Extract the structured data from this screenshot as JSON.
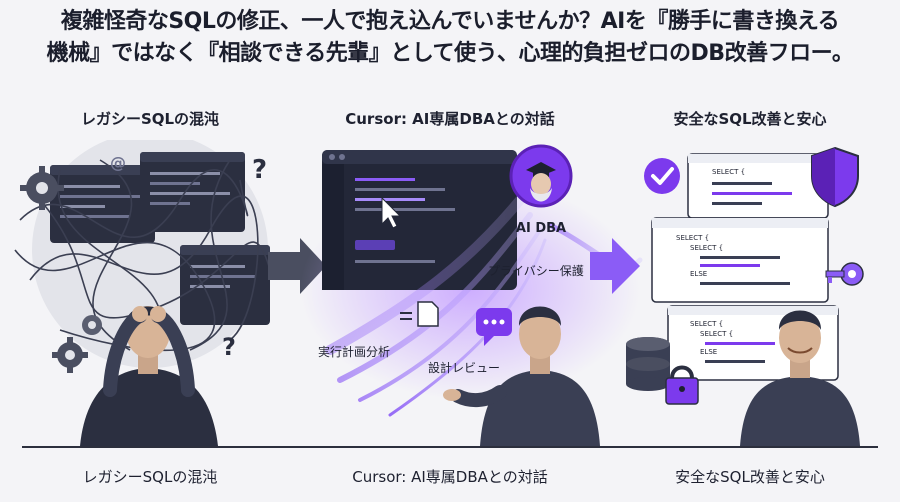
{
  "headline": {
    "line1": "複雑怪奇なSQLの修正、一人で抱え込んでいませんか？AIを『勝手に書き換える",
    "line2": "機械』ではなく『相談できる先輩』として使う、心理的負担ゼロのDB改善フロー。"
  },
  "columns": [
    {
      "title": "レガシーSQLの混沌",
      "footer": "レガシーSQLの混沌"
    },
    {
      "title": "Cursor: AI専属DBAとの対話",
      "footer": "Cursor: AI専属DBAとの対話"
    },
    {
      "title": "安全なSQL改善と安心",
      "footer": "安全なSQL改善と安心"
    }
  ],
  "labels": {
    "ai_dba": "AI DBA",
    "privacy": "プライバシー保護",
    "exec_plan": "実行計画分析",
    "design_review": "設計レビュー"
  },
  "code": {
    "select": "SELECT {",
    "else": "ELSE"
  },
  "colors": {
    "accent": "#7c3aed",
    "accent_light": "#b58cf7",
    "dark_panel": "#262a3b",
    "ink": "#1e2130"
  }
}
